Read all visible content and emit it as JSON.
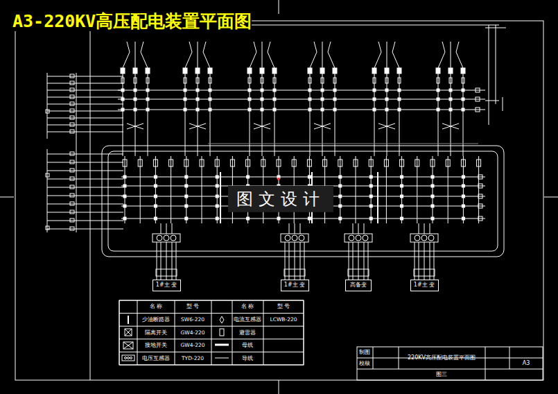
{
  "diagram": {
    "title": "A3-220KV高压配电装置平面图",
    "nodes": [
      {
        "text": [
          "1#主 变"
        ]
      },
      {
        "text": [
          "1#主 变"
        ]
      },
      {
        "text": [
          "高备变"
        ]
      },
      {
        "text": [
          "1#主 变"
        ]
      }
    ],
    "labels": [
      "图文设计",
      "名 称",
      "型 号",
      "名 称",
      "型 号",
      "少油断路器",
      "SW6-220",
      "电流互感器",
      "LCWB-220",
      "隔离开关",
      "GW4-220",
      "避雷器",
      "接地开关",
      "GW4-220",
      "母线",
      "电压互感器",
      "TYD-220",
      "导线",
      "制图",
      "校核",
      "220KV高压配电装置平面图",
      "A3",
      "图三"
    ]
  }
}
